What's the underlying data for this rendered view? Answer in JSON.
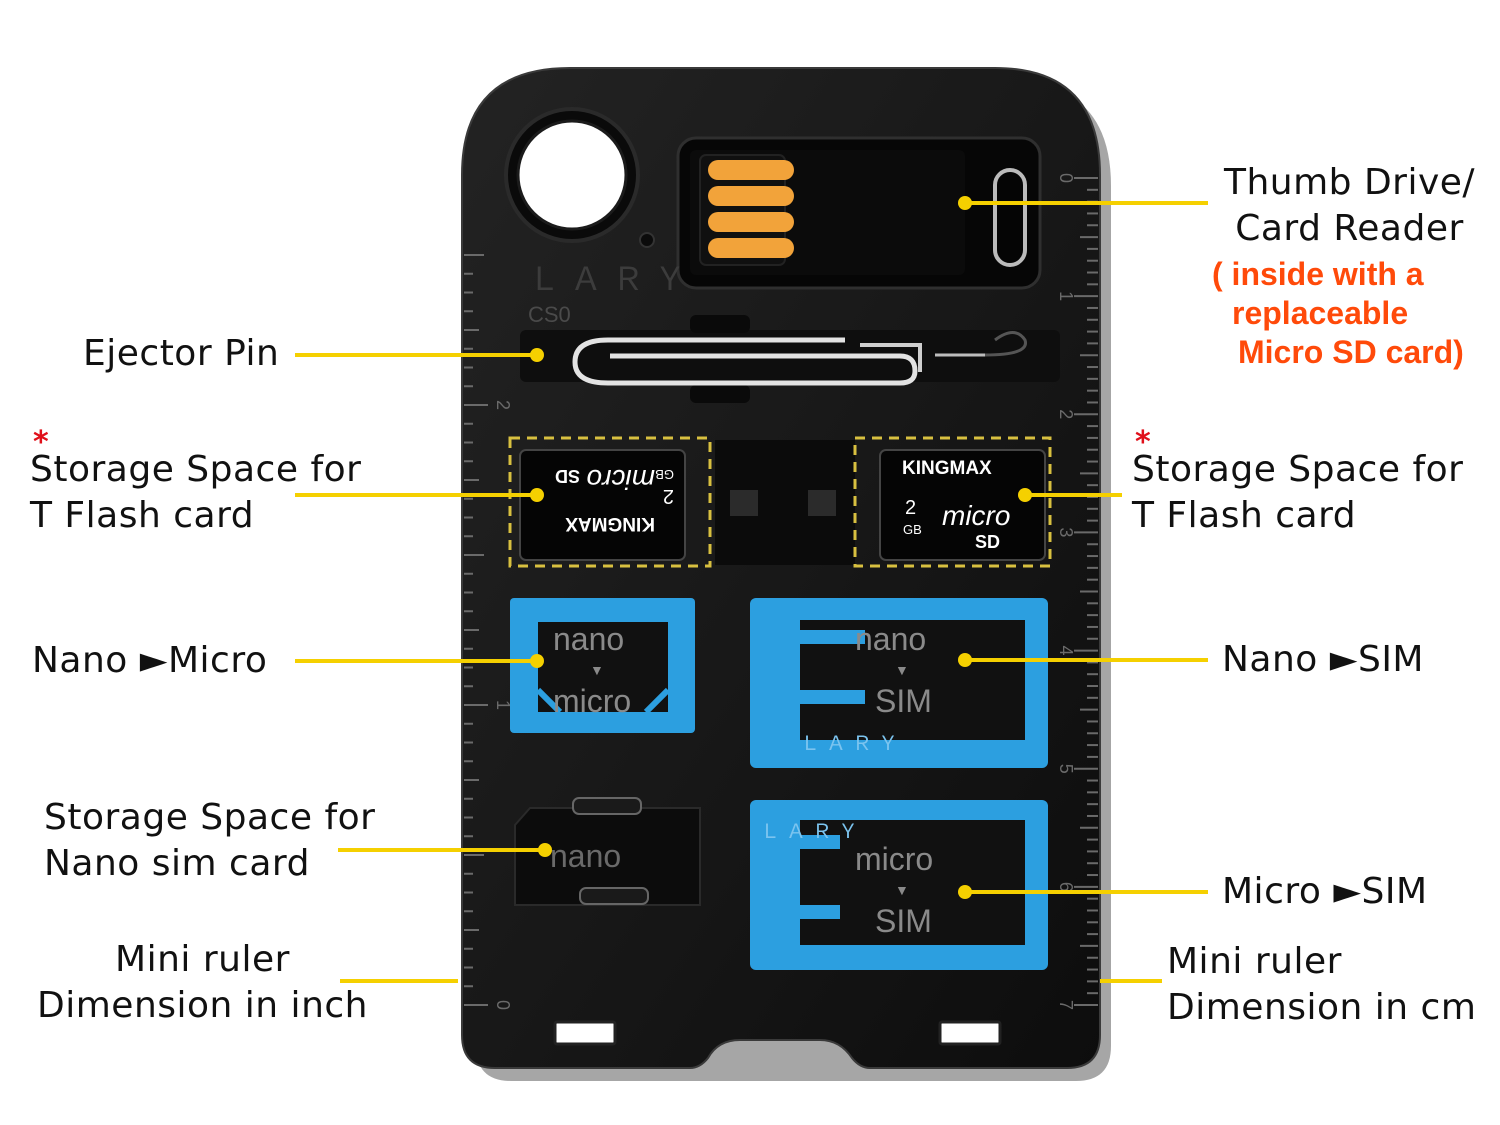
{
  "labels": {
    "thumb_drive": [
      "Thumb Drive/",
      "Card Reader"
    ],
    "thumb_note": [
      "( inside with a",
      "replaceable",
      "Micro SD card)"
    ],
    "ejector_pin": "Ejector Pin",
    "storage_tflash_left": [
      "Storage Space for",
      "T Flash card"
    ],
    "storage_tflash_right": [
      "Storage Space for",
      "T Flash card"
    ],
    "asterisk": "*",
    "nano_micro": "Nano ►Micro",
    "nano_sim": "Nano ►SIM",
    "storage_nano": [
      "Storage Space for",
      "Nano sim card"
    ],
    "micro_sim": "Micro ►SIM",
    "ruler_inch": [
      "Mini ruler",
      "Dimension in inch"
    ],
    "ruler_cm": [
      "Mini ruler",
      "Dimension in cm"
    ]
  },
  "card_text": {
    "brand": "ＬＡＲＹ",
    "model": "CS0",
    "sd_brand": "KINGMAX",
    "sd_micro": "micro",
    "sd_sd": "SD",
    "sd_capacity": "2",
    "sd_unit": "GB",
    "adapter_nano": "nano",
    "adapter_micro": "micro",
    "adapter_sim": "SIM",
    "adapter_arrow": "▼"
  },
  "ruler_cm_ticks": [
    "0",
    "1",
    "2",
    "3",
    "4",
    "5",
    "6",
    "7"
  ],
  "ruler_inch_ticks": [
    "0",
    "1",
    "2"
  ],
  "colors": {
    "leader": "#f5d000",
    "note": "#ff4a0a",
    "asterisk": "#e0101a",
    "adapter_blue": "#2c9fe0",
    "usb_gold": "#f2a33a",
    "card_body": "#141414"
  }
}
